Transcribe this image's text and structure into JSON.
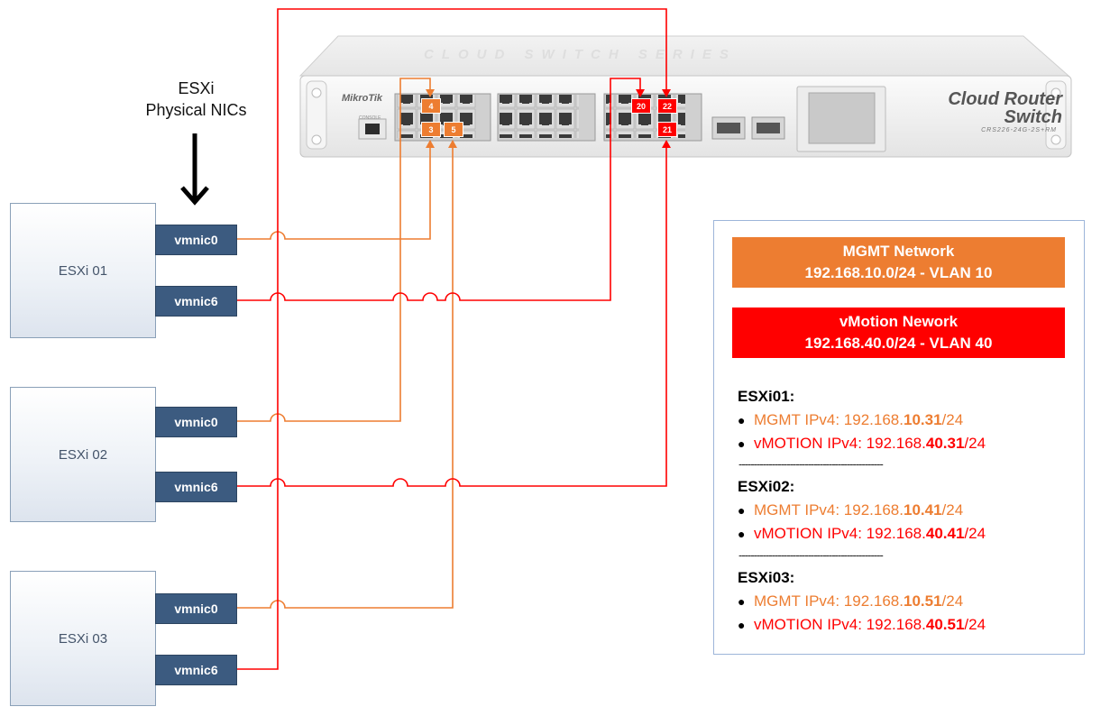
{
  "header": {
    "line1": "ESXi",
    "line2": "Physical NICs"
  },
  "hosts": [
    {
      "name": "ESXi 01",
      "nics": [
        "vmnic0",
        "vmnic6"
      ]
    },
    {
      "name": "ESXi 02",
      "nics": [
        "vmnic0",
        "vmnic6"
      ]
    },
    {
      "name": "ESXi 03",
      "nics": [
        "vmnic0",
        "vmnic6"
      ]
    }
  ],
  "switch": {
    "brand": "MikroTik",
    "title_line1": "Cloud Router",
    "title_line2": "Switch",
    "model": "CRS226-24G-2S+RM",
    "console_label": "CONSOLE",
    "watermark": "CLOUD SWITCH SERIES",
    "ports": [
      {
        "label": "4",
        "network": "mgmt"
      },
      {
        "label": "3",
        "network": "mgmt"
      },
      {
        "label": "5",
        "network": "mgmt"
      },
      {
        "label": "20",
        "network": "vmotion"
      },
      {
        "label": "22",
        "network": "vmotion"
      },
      {
        "label": "21",
        "network": "vmotion"
      }
    ]
  },
  "legend": {
    "mgmt": {
      "name": "MGMT Network",
      "subnet": "192.168.10.0/24 - VLAN 10",
      "color": "#ed7d31"
    },
    "vmotion": {
      "name": "vMotion Nework",
      "subnet": "192.168.40.0/24 - VLAN 40",
      "color": "#ff0000"
    },
    "divider": "------------------------------------------------",
    "entries": [
      {
        "host": "ESXi01:",
        "mgmt": {
          "prefix": "MGMT IPv4: 192.168.",
          "octets": "10.31",
          "suffix": "/24"
        },
        "vmotion": {
          "prefix": "vMOTION IPv4: 192.168.",
          "octets": "40.31",
          "suffix": "/24"
        }
      },
      {
        "host": "ESXi02:",
        "mgmt": {
          "prefix": "MGMT IPv4: 192.168.",
          "octets": "10.41",
          "suffix": "/24"
        },
        "vmotion": {
          "prefix": "vMOTION IPv4: 192.168.",
          "octets": "40.41",
          "suffix": "/24"
        }
      },
      {
        "host": "ESXi03:",
        "mgmt": {
          "prefix": "MGMT IPv4: 192.168.",
          "octets": "10.51",
          "suffix": "/24"
        },
        "vmotion": {
          "prefix": "vMOTION IPv4: 192.168.",
          "octets": "40.51",
          "suffix": "/24"
        }
      }
    ]
  }
}
